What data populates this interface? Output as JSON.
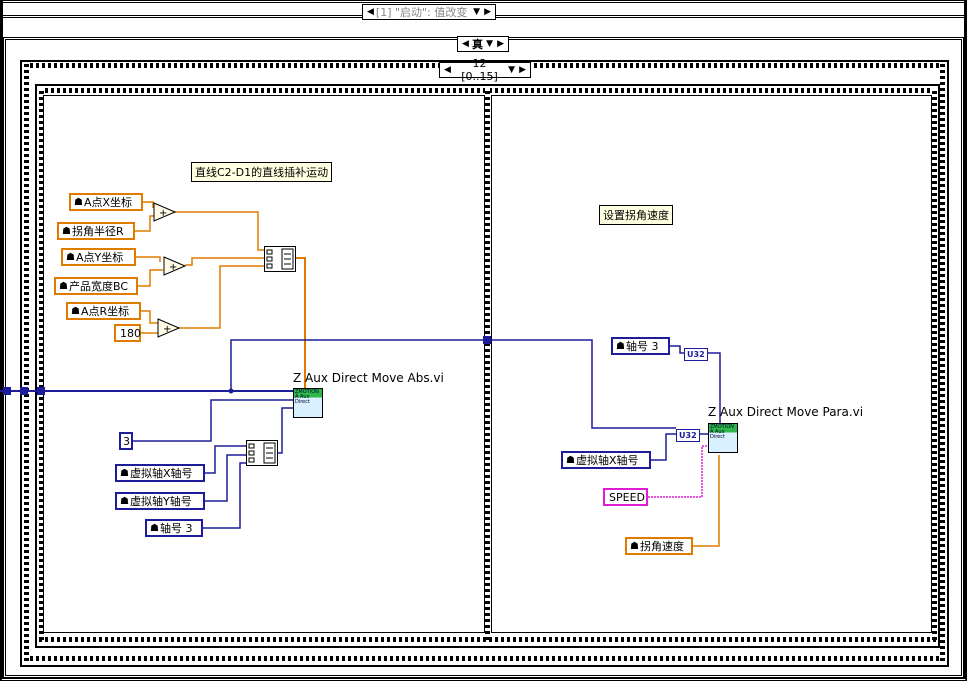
{
  "event_case": {
    "selector_label": "[1] \"启动\": 值改变"
  },
  "case_structure": {
    "selector_label": "真"
  },
  "sequence": {
    "selector_label": "12 [0..15]"
  },
  "frame_left": {
    "comment": "直线C2-D1的直线插补运动",
    "controls": {
      "a_x": "A点X坐标",
      "corner_radius": "拐角半径R",
      "a_y": "A点Y坐标",
      "product_width": "产品宽度BC",
      "a_r": "A点R坐标",
      "vx_axis": "虚拟轴X轴号",
      "vy_axis": "虚拟轴Y轴号",
      "axis3": "轴号 3"
    },
    "constants": {
      "c180": "180",
      "c3": "3"
    },
    "vi_title": "Z Aux Direct Move Abs.vi",
    "vi_icon_text": "ZMOTION A Aux Direct"
  },
  "frame_right": {
    "comment": "设置拐角速度",
    "controls": {
      "axis3": "轴号 3",
      "vx_axis": "虚拟轴X轴号",
      "corner_speed": "拐角速度"
    },
    "constants": {
      "speed": "SPEED",
      "u32a": "U32",
      "u32b": "U32"
    },
    "vi_title": "Z Aux Direct Move Para.vi",
    "vi_icon_text": "ZMOTION A Aux Direct"
  },
  "colors": {
    "orange": "#e07b00",
    "blue": "#1d1d9c",
    "pink": "#e01bd6",
    "comment_bg": "#ffffe1"
  }
}
